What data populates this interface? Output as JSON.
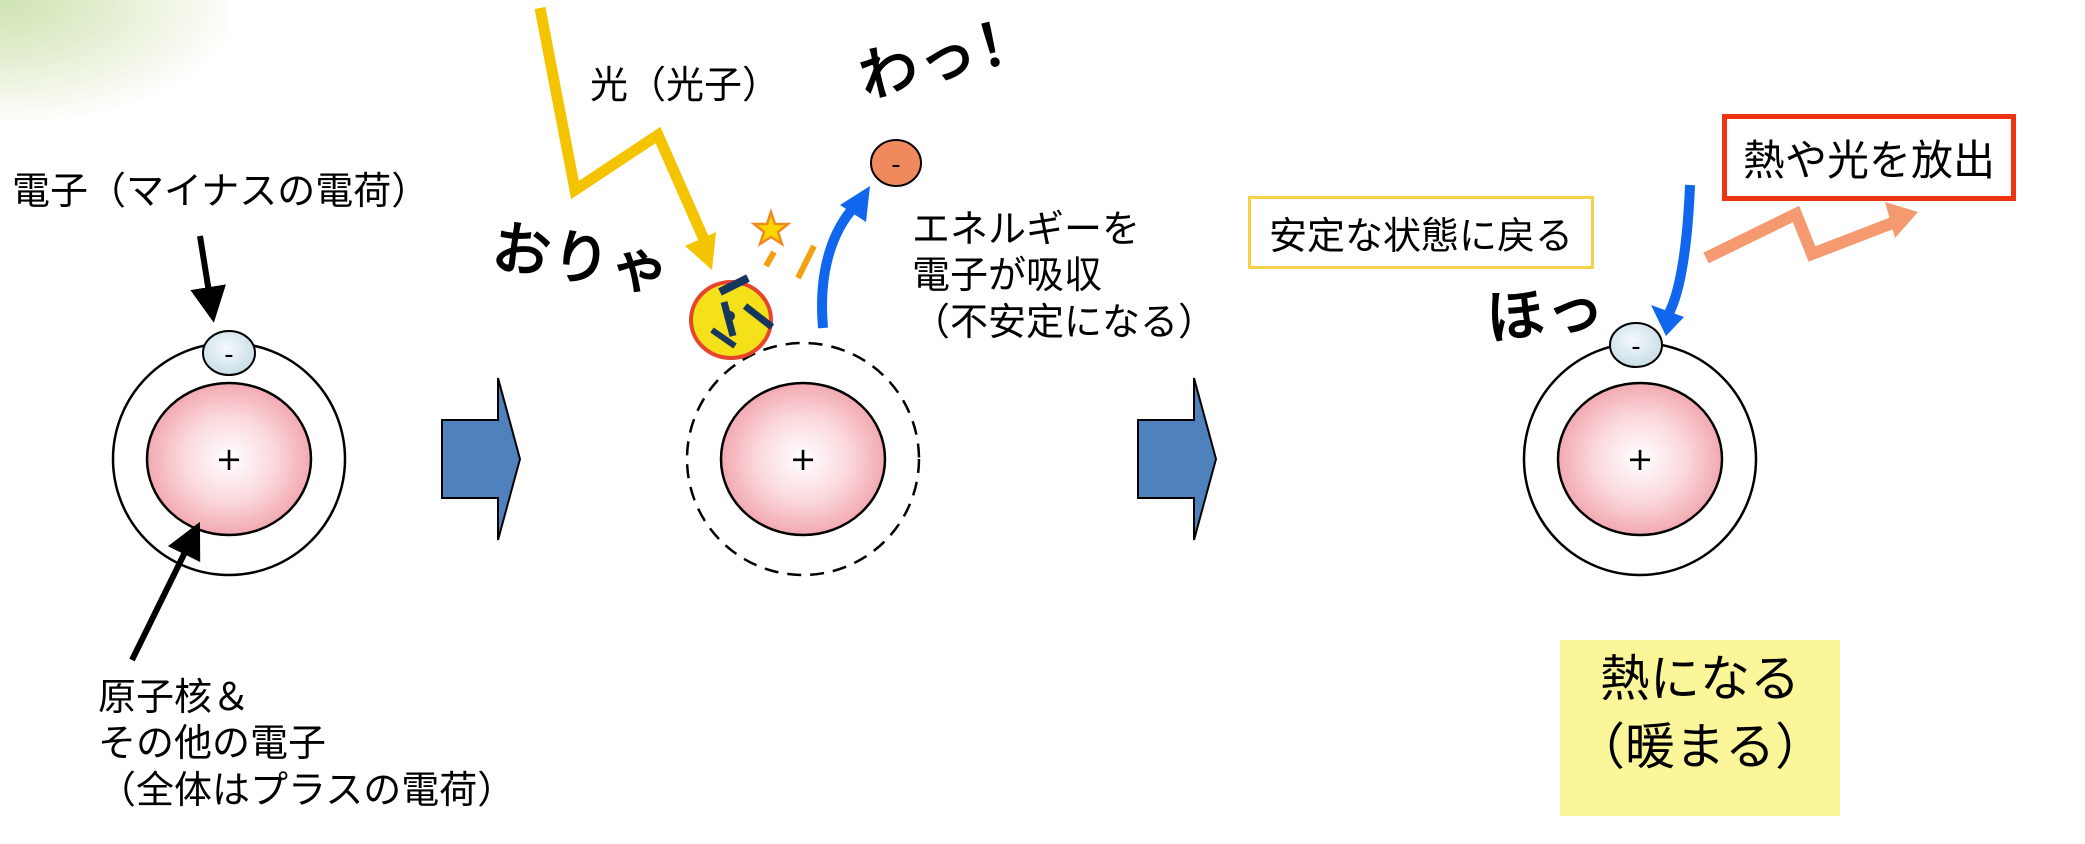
{
  "labels": {
    "electron": "電子（マイナスの電荷）",
    "nucleus_line1": "原子核＆",
    "nucleus_line2": "その他の電子",
    "nucleus_line3": "（全体はプラスの電荷）",
    "photon": "光（光子）",
    "energy_line1": "エネルギーを",
    "energy_line2": "電子が吸収",
    "energy_line3": "（不安定になる）",
    "stable_box": "安定な状態に戻る",
    "emit_box": "熱や光を放出",
    "heat_line1": "熱になる",
    "heat_line2": "（暖まる）"
  },
  "sounds": {
    "oriya": "おりゃ",
    "wa": "わっ！",
    "ho": "ほっ"
  },
  "symbols": {
    "plus": "+",
    "minus": "-"
  },
  "colors": {
    "photon_arrow": "#f5c400",
    "blue_arrow": "#1166ee",
    "emit_arrow": "#f59a70",
    "block_arrow": "#4f81bd",
    "nucleus": "#f6b9c0",
    "electron_ground": "#dbe9f2",
    "electron_excited": "#f08a5c",
    "emit_box_border": "#ee3311",
    "stable_box_border": "#f6d24a",
    "heat_box_bg": "#fbf69a"
  }
}
